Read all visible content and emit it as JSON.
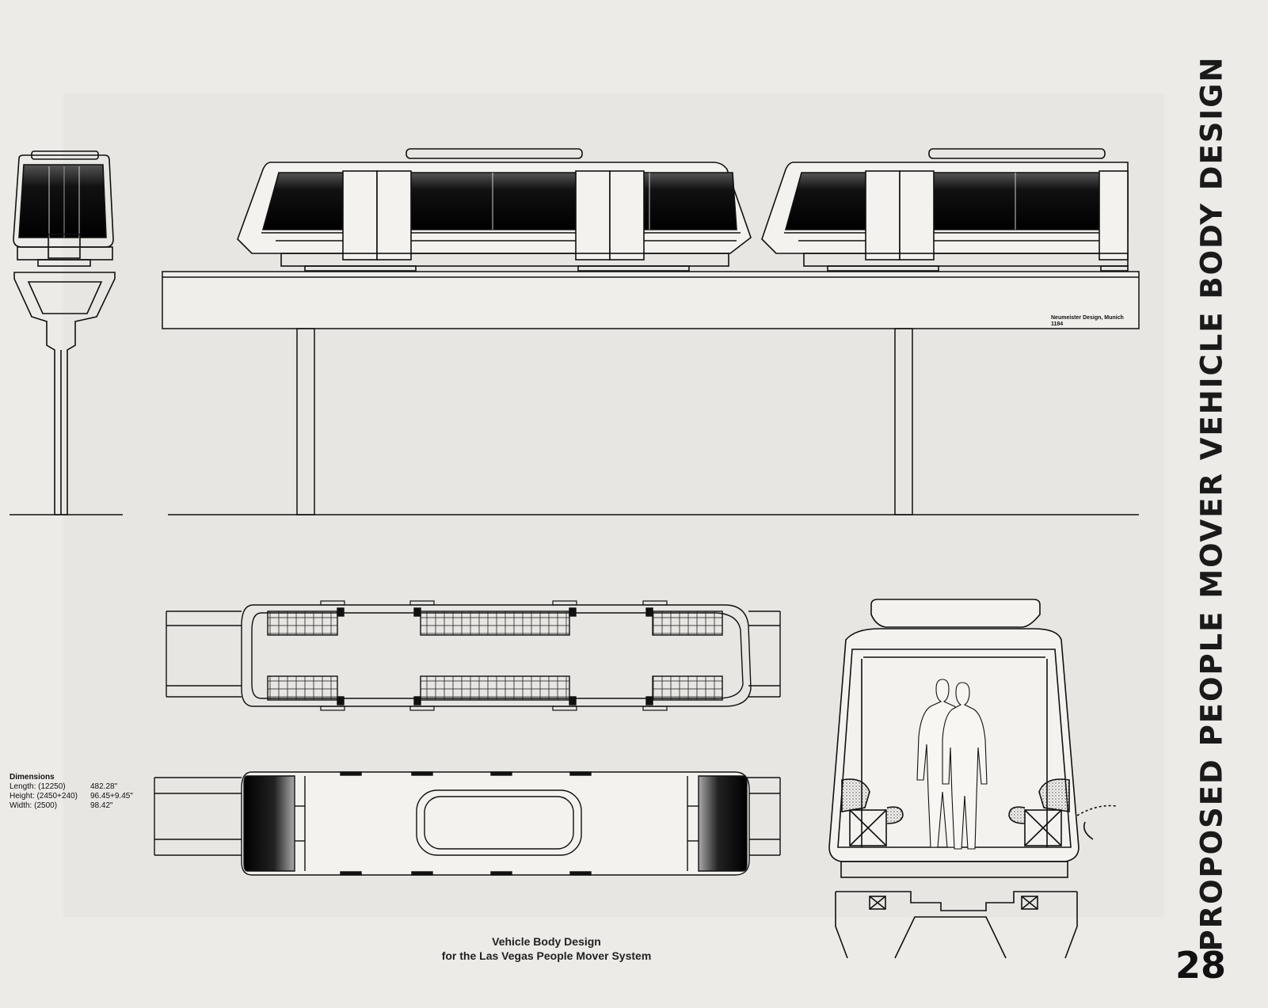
{
  "title": "PROPOSED PEOPLE MOVER VEHICLE BODY DESIGN",
  "page_number": "28",
  "credit": {
    "line1": "Neumeister Design, Munich",
    "line2": "1184"
  },
  "dimensions": {
    "heading": "Dimensions",
    "rows": [
      {
        "label": "Length:  (12250)",
        "value": "482.28\""
      },
      {
        "label": "Height:  (2450+240)",
        "value": "96.45+9.45\""
      },
      {
        "label": "Width:   (2500)",
        "value": "98.42\""
      }
    ]
  },
  "caption": {
    "line1": "Vehicle Body Design",
    "line2": "for the Las Vegas People Mover System"
  }
}
